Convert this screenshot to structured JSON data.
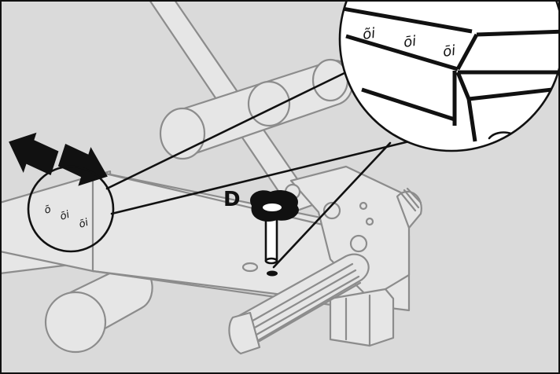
{
  "diagram": {
    "part_label": "D",
    "hole_marks": [
      {
        "glyph": "ō",
        "zoom": "õi"
      },
      {
        "glyph": "ōi",
        "zoom": "ōi"
      },
      {
        "glyph": "ōi",
        "zoom": "ōi"
      }
    ],
    "icons": {
      "direction": "double-arrow-left-right-icon",
      "knob": "locking-knob-icon"
    },
    "colors": {
      "background": "#dadada",
      "ink": "#111111",
      "ghost_line": "#8c8c8c",
      "ghost_fill": "#e6e6e6"
    }
  }
}
